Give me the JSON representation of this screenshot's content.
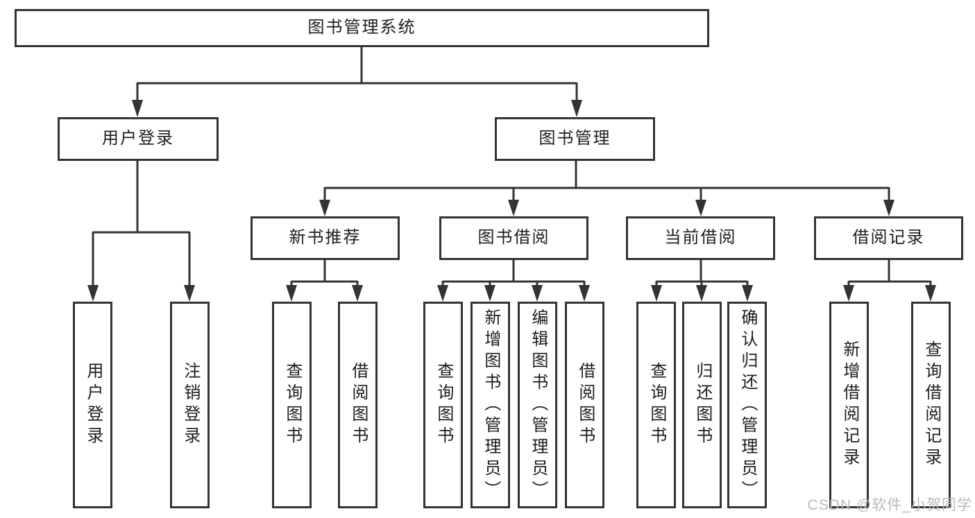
{
  "diagram": {
    "root": {
      "label": "图书管理系统"
    },
    "branches": [
      {
        "label": "用户登录",
        "children": [
          {
            "label": "用户登录"
          },
          {
            "label": "注销登录"
          }
        ]
      },
      {
        "label": "图书管理",
        "children": [
          {
            "label": "新书推荐",
            "children": [
              {
                "label": "查询图书"
              },
              {
                "label": "借阅图书"
              }
            ]
          },
          {
            "label": "图书借阅",
            "children": [
              {
                "label": "查询图书"
              },
              {
                "label": "新增图书（管理员）"
              },
              {
                "label": "编辑图书（管理员）"
              },
              {
                "label": "借阅图书"
              }
            ]
          },
          {
            "label": "当前借阅",
            "children": [
              {
                "label": "查询图书"
              },
              {
                "label": "归还图书"
              },
              {
                "label": "确认归还（管理员）"
              }
            ]
          },
          {
            "label": "借阅记录",
            "children": [
              {
                "label": "新增借阅记录"
              },
              {
                "label": "查询借阅记录"
              }
            ]
          }
        ]
      }
    ]
  },
  "watermark": {
    "text": "CSDN @软件_小贺同学"
  },
  "colors": {
    "line": "#333333",
    "text": "#1d1d1f",
    "watermark": "#b9babc",
    "background": "#ffffff"
  }
}
